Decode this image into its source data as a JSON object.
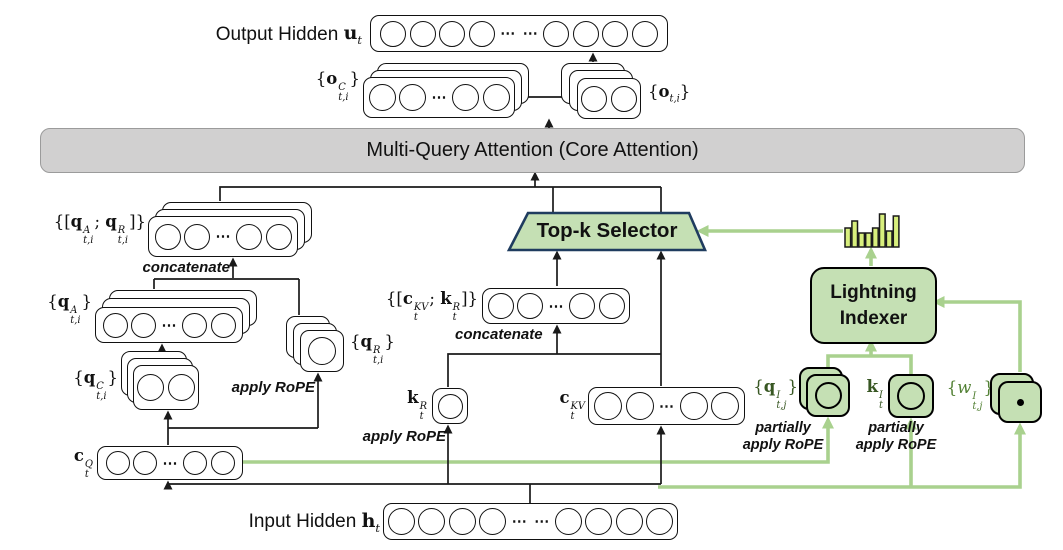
{
  "labels": {
    "output_hidden_prefix": "Output Hidden ",
    "output_hidden_math": "**u**_{t}",
    "input_hidden_prefix": "Input Hidden ",
    "input_hidden_math": "**h**_{t}",
    "oC": "{**o**^{C}_{t,i}}",
    "o": "{**o**_{t,i}}",
    "mqa": "Multi-Query Attention (Core Attention)",
    "qAR": "{[**q**^{A}_{t,i}; **q**^{R}_{t,i}]}",
    "concatenate": "concatenate",
    "qA": "{**q**^{A}_{t,i}}",
    "qC": "{**q**^{C}_{t,i}}",
    "qR": "{**q**^{R}_{t,i}}",
    "apply_rope": "apply RoPE",
    "partially": "partially",
    "cQ": "**c**^{Q}_{t}",
    "topk": "Top-k Selector",
    "ckv_kr": "{[**c**^{KV}_{t}; **k**^{R}_{t}]}",
    "kR": "**k**^{R}_{t}",
    "cKV": "**c**^{KV}_{t}",
    "indexer_line1": "Lightning",
    "indexer_line2": "Indexer",
    "qI": "{**q**^{I}_{t,j}}",
    "kI": "**k**^{I}_{t}",
    "wI": "{*w*^{I}_{t,j}}"
  },
  "glyphs": {
    "dots": "⋯"
  },
  "cells": {
    "output": [
      "c",
      "c",
      "c",
      "c",
      "d",
      "d",
      "c",
      "c",
      "c",
      "c"
    ],
    "oC": [
      "c",
      "c",
      "d",
      "c",
      "c"
    ],
    "o": [
      "c",
      "c"
    ],
    "qAR": [
      "c",
      "c",
      "d",
      "c",
      "c"
    ],
    "qA": [
      "c",
      "c",
      "d",
      "c",
      "c"
    ],
    "qC": [
      "c",
      "c"
    ],
    "qR": [
      "c"
    ],
    "cQ": [
      "c",
      "c",
      "d",
      "c",
      "c"
    ],
    "ckv_kr": [
      "c",
      "c",
      "d",
      "c",
      "c"
    ],
    "kR": [
      "c"
    ],
    "cKV": [
      "c",
      "c",
      "d",
      "c",
      "c"
    ],
    "input": [
      "c",
      "c",
      "c",
      "c",
      "d",
      "d",
      "c",
      "c",
      "c",
      "c"
    ]
  },
  "histogram": {
    "heights": [
      19,
      26,
      14,
      14,
      19,
      33,
      16,
      31
    ]
  },
  "colors": {
    "wire": "#1a1a1a",
    "green_wire": "#a9d18e",
    "green_fill": "#c5e0b4",
    "selector_border": "#1f3c5f",
    "box_border": "#111111",
    "mqa_fill": "#d1d0d0",
    "mqa_border": "#9b9b9b",
    "hist_fill": "#d8ef7d",
    "label_dark_green": "#385723",
    "label_green": "#538135"
  }
}
